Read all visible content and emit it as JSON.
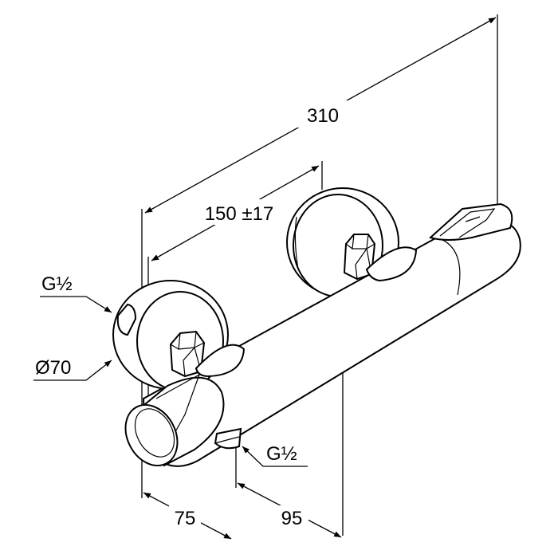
{
  "dimensions": {
    "overall_length": "310",
    "center_distance": "150 ±17",
    "inlet_thread_left": "G½",
    "rosette_diameter": "Ø70",
    "outlet_thread": "G½",
    "projection_left": "75",
    "projection_outlet": "95"
  }
}
